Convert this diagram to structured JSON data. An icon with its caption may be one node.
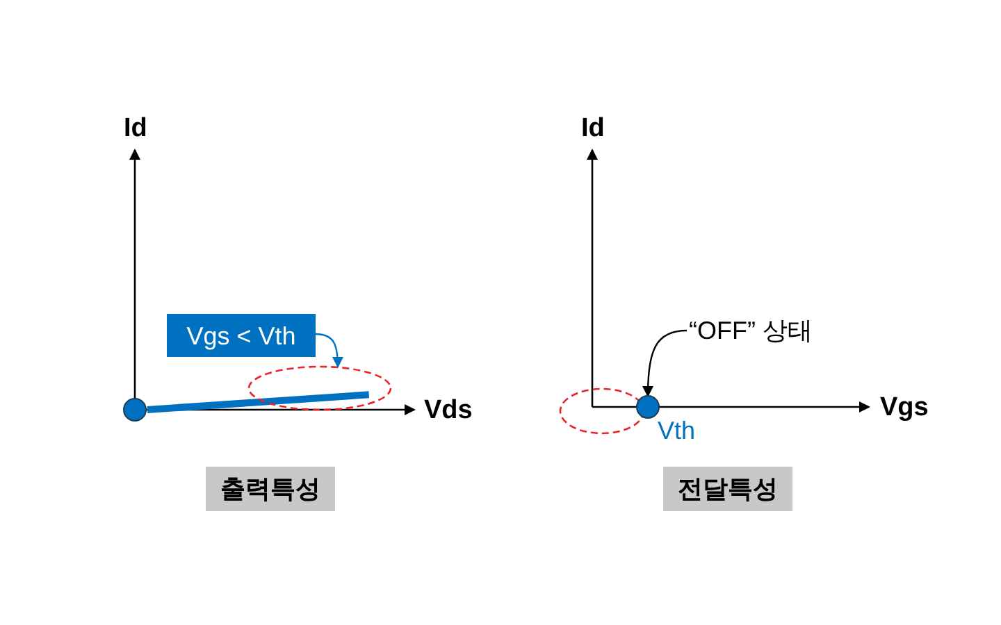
{
  "diagram": {
    "nodes": [
      {
        "text": [
          "Vgs < Vth"
        ]
      },
      {
        "text": [],
        "shape": "ellipse"
      },
      {
        "text": [
          "“OFF” 상태"
        ]
      },
      {
        "text": [],
        "shape": "circle",
        "beside": [
          "Vth"
        ]
      },
      {
        "text": [
          "출력특성"
        ]
      },
      {
        "text": [
          "전달특성"
        ]
      },
      {
        "text": [],
        "shape": "circle"
      }
    ],
    "edges": [
      {
        "from": 0,
        "to": 1,
        "arrow": "to",
        "color": "#0070c0"
      },
      {
        "from": 2,
        "to": 3,
        "arrow": "to",
        "color": "#000000"
      },
      {
        "from": 6,
        "to": 1,
        "arrow": "none",
        "style": "thick",
        "color": "#0070c0"
      }
    ],
    "labels": [
      "Id",
      "Vds",
      "Id",
      "Vgs"
    ]
  }
}
